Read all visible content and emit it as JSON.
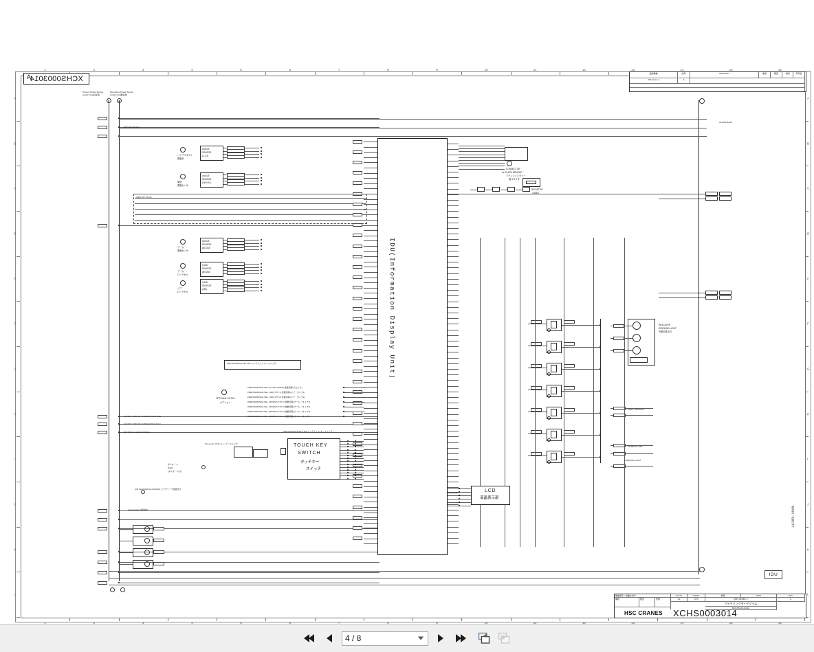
{
  "document": {
    "drawing_number": "XCHS0003014",
    "drawing_number_tab": "XCHS0003014",
    "main_unit_label": "IDU(Information Display Unit)",
    "idu_tag": "IDU",
    "sheet_format_letter": "A"
  },
  "title_block": {
    "company": "HSC CRANES",
    "drawing_no": "XCHS0003014",
    "model": "200 Series 2",
    "title_jp": "ワイヤリングダイヤグラム",
    "scale_label": "SCALE",
    "scale_value": "1/1",
    "sheet_label": "SHEET",
    "sheet_value": "NTS",
    "drawing_code": "XCHS0003014",
    "approved_label": "承認",
    "checked_label": "照査",
    "drawn_label": "作図",
    "date_label": "DATE",
    "rev_label": "REV",
    "doc_code": "8101XB-2014101A",
    "cad_note": "無断複写・転載を禁ず"
  },
  "revision_block": {
    "header_left": "適用機種",
    "header_mid": "記号",
    "header_right": "REVISION",
    "col_a": "承認",
    "col_b": "照査",
    "col_c": "作図",
    "col_d": "年月日",
    "row_model": "200 Series 2",
    "row_symbol": "A"
  },
  "components": {
    "touch_key_switch": {
      "line1": "TOUCH KEY",
      "line2": "SWITCH",
      "jp1": "タッチキー",
      "jp2": "スイッチ"
    },
    "lcd": {
      "label": "LCD",
      "jp": "液晶表示部"
    },
    "flash_memory_connector": {
      "line1": "CONNECTOR",
      "line2": "for FLASH MEMORY",
      "jp1": "フラッシュメモリー",
      "jp2": "用コネクタ"
    },
    "registor": {
      "label": "REGISTOR",
      "value": "(100Ω)"
    },
    "identify_plug": "IDENTIFY PLUG",
    "sensors": [
      {
        "name": "ANGLE SENSOR",
        "detail": "(1,2,3)",
        "jp1": "ハイブリマスト",
        "jp2": "角度計"
      },
      {
        "name": "ANGLE SENSOR",
        "detail": "(JIB NO.)",
        "jp1": "旋回",
        "jp2": "角度センサ"
      },
      {
        "name": "ANGLE SENSOR",
        "detail": "(BOOM)",
        "jp1": "ブーム",
        "jp2": "角度センサ"
      },
      {
        "name": "LOAD SENSOR",
        "detail": "(BOOM)",
        "jp1": "ブーム",
        "jp2": "ロードセル"
      },
      {
        "name": "LOAD SENSOR",
        "detail": "(JIB)",
        "jp1": "ジブ",
        "jp2": "ロードセル"
      }
    ],
    "optional_extra": {
      "title": "OPTIONAL EXTRA",
      "jp": "オプション",
      "rows": [
        "PERFORMANCE SEL.(S.C.BLOCKED)   性能切替(ブロック)",
        "PERFORMANCE SEL. (JIB) (TYP 1)   性能切替(ジブ・タイプ1)",
        "PERFORMANCE SEL. (JIB) (TYP 2)   性能切替(ジブ・タイプ2)",
        "PERFORMANCE SEL. (BOOM) (TYP 1)  性能切替(ブーム・タイプ1)",
        "PERFORMANCE SEL. (BOOM) (TYP 2)  性能切替(ブーム・タイプ2)",
        "PERFORMANCE SEL. (BOOM) (TYP 3)  性能切替(ブーム・タイプ3)",
        "PERFORMANCE SEL. (BOOM) (TYP 4)  性能切替(ブーム・タイプ4)"
      ]
    },
    "power_supplies": [
      {
        "label": "Primary Power Source",
        "jp": "supply line(主電源)",
        "num": "1"
      },
      {
        "label": "Secondary Power Source",
        "jp": "supply line(副電源)",
        "num": "2"
      }
    ],
    "signals": [
      "KEY SW SIGNAL",
      "SAFETY CIRCUIT CONNECTOR IN-SW",
      "SAFETY CIRCUIT CONNECTOR (ACC)",
      "BATTERY CHARGE SIGNAL",
      "MAINTENANCE KEY SW   メンテナンス  キースイッチ"
    ],
    "notes": [
      "ALARM BUZZ",
      "WORKING LIGHT",
      "MOMENT LIMIT",
      "SHIFT UP/DOWN",
      "Anemometer (風速計)",
      "AIR CLEANER CLOGGING  エアクリーナ目詰まり",
      "Pre-Lever  フロントレバー  スイッチ"
    ],
    "diode_note": {
      "line1": "ダイオード",
      "line2": "Diode",
      "line3": "(ダイオード付)"
    },
    "indicator_panel": {
      "line1": "INDICATOR",
      "line2": "WORKING LIGHT",
      "jp": "作業灯表示灯"
    }
  },
  "grid": {
    "columns": [
      "1",
      "2",
      "3",
      "4",
      "5",
      "6",
      "7",
      "8",
      "9",
      "10",
      "11",
      "12",
      "13",
      "14",
      "15",
      "16"
    ],
    "rows": [
      "A",
      "B",
      "C",
      "D",
      "E",
      "F",
      "G",
      "H",
      "I",
      "J",
      "K",
      "L"
    ]
  },
  "toolbar": {
    "first_page_label": "First page",
    "previous_page_label": "Previous page",
    "next_page_label": "Next page",
    "last_page_label": "Last page",
    "page_value": "4 / 8",
    "page_current": "4",
    "page_total": "8",
    "open_new_window_label": "Open in new window",
    "dock_window_label": "Dock window",
    "accent_color": "#4a7a3f",
    "icon_color": "#1b1b1b",
    "background": "#f0f0f0"
  }
}
